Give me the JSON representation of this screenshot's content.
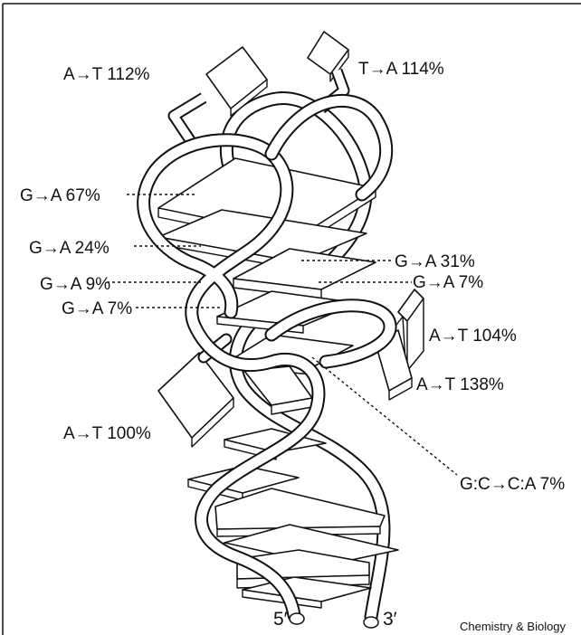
{
  "labels": {
    "a_t_112": "A→T 112%",
    "t_a_114": "T→A 114%",
    "g_a_67": "G→A 67%",
    "g_a_24": "G→A 24%",
    "g_a_31": "G→A 31%",
    "g_a_9": "G→A 9%",
    "g_a_7_right": "G→A 7%",
    "g_a_7_left": "G→A 7%",
    "a_t_104": "A→T 104%",
    "a_t_138": "A→T 138%",
    "a_t_100": "A→T 100%",
    "gc_ca_7": "G:C→C:A 7%"
  },
  "strand_ends": {
    "five_prime": "5′",
    "three_prime": "3′"
  },
  "credit": "Chemistry & Biology"
}
